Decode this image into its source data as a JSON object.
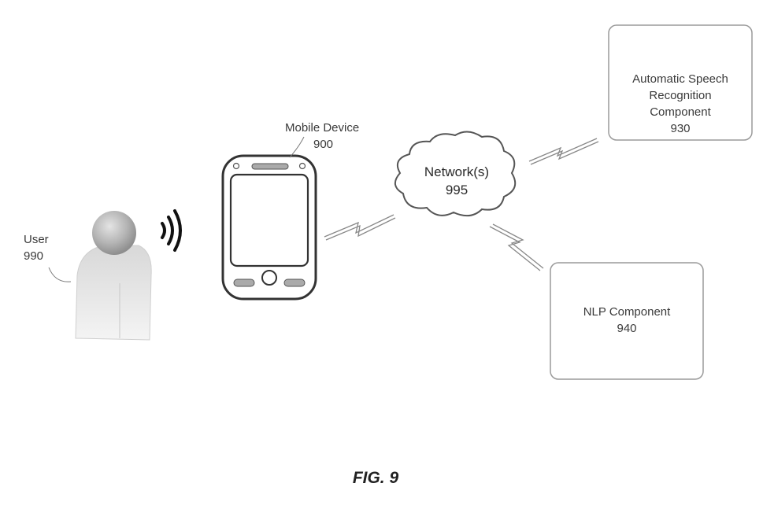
{
  "figure": {
    "caption": "FIG. 9"
  },
  "user": {
    "label": "User",
    "ref": "990"
  },
  "mobile_device": {
    "label": "Mobile Device",
    "ref": "900"
  },
  "network": {
    "label": "Network(s)",
    "ref": "995"
  },
  "asr_component": {
    "line1": "Automatic Speech",
    "line2": "Recognition",
    "line3": "Component",
    "ref": "930"
  },
  "nlp_component": {
    "label": "NLP Component",
    "ref": "940"
  },
  "colors": {
    "stroke": "#555555",
    "box_stroke": "#9a9a9a",
    "head_fill": "#b0b0b0"
  }
}
